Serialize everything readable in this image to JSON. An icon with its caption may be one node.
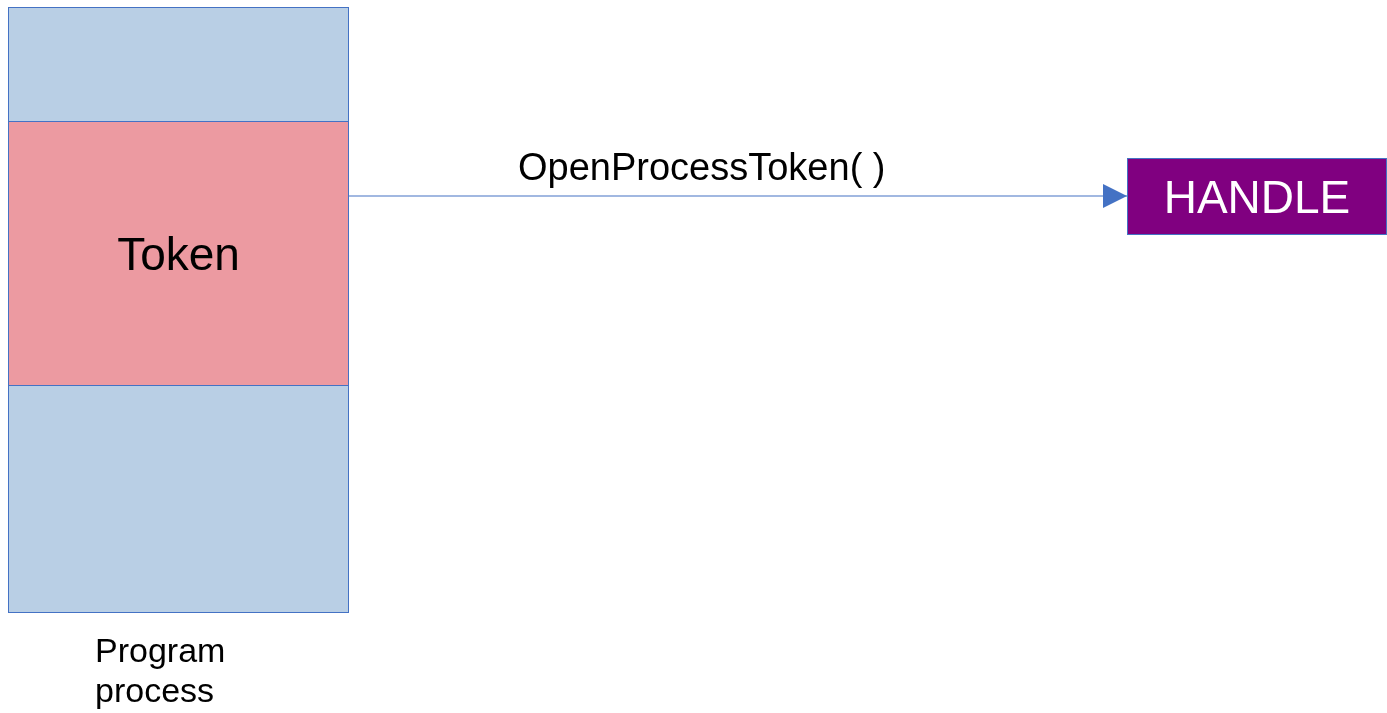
{
  "diagram": {
    "nodes": [
      {
        "text": [],
        "shape": "box",
        "beside": [
          "Program process"
        ]
      },
      {
        "text": [
          "Token"
        ],
        "in": 0
      },
      {
        "text": [
          "HANDLE"
        ]
      }
    ],
    "edges": [
      {
        "from": 0,
        "to": 2,
        "arrow": "to",
        "label": "OpenProcessToken( )"
      }
    ]
  }
}
